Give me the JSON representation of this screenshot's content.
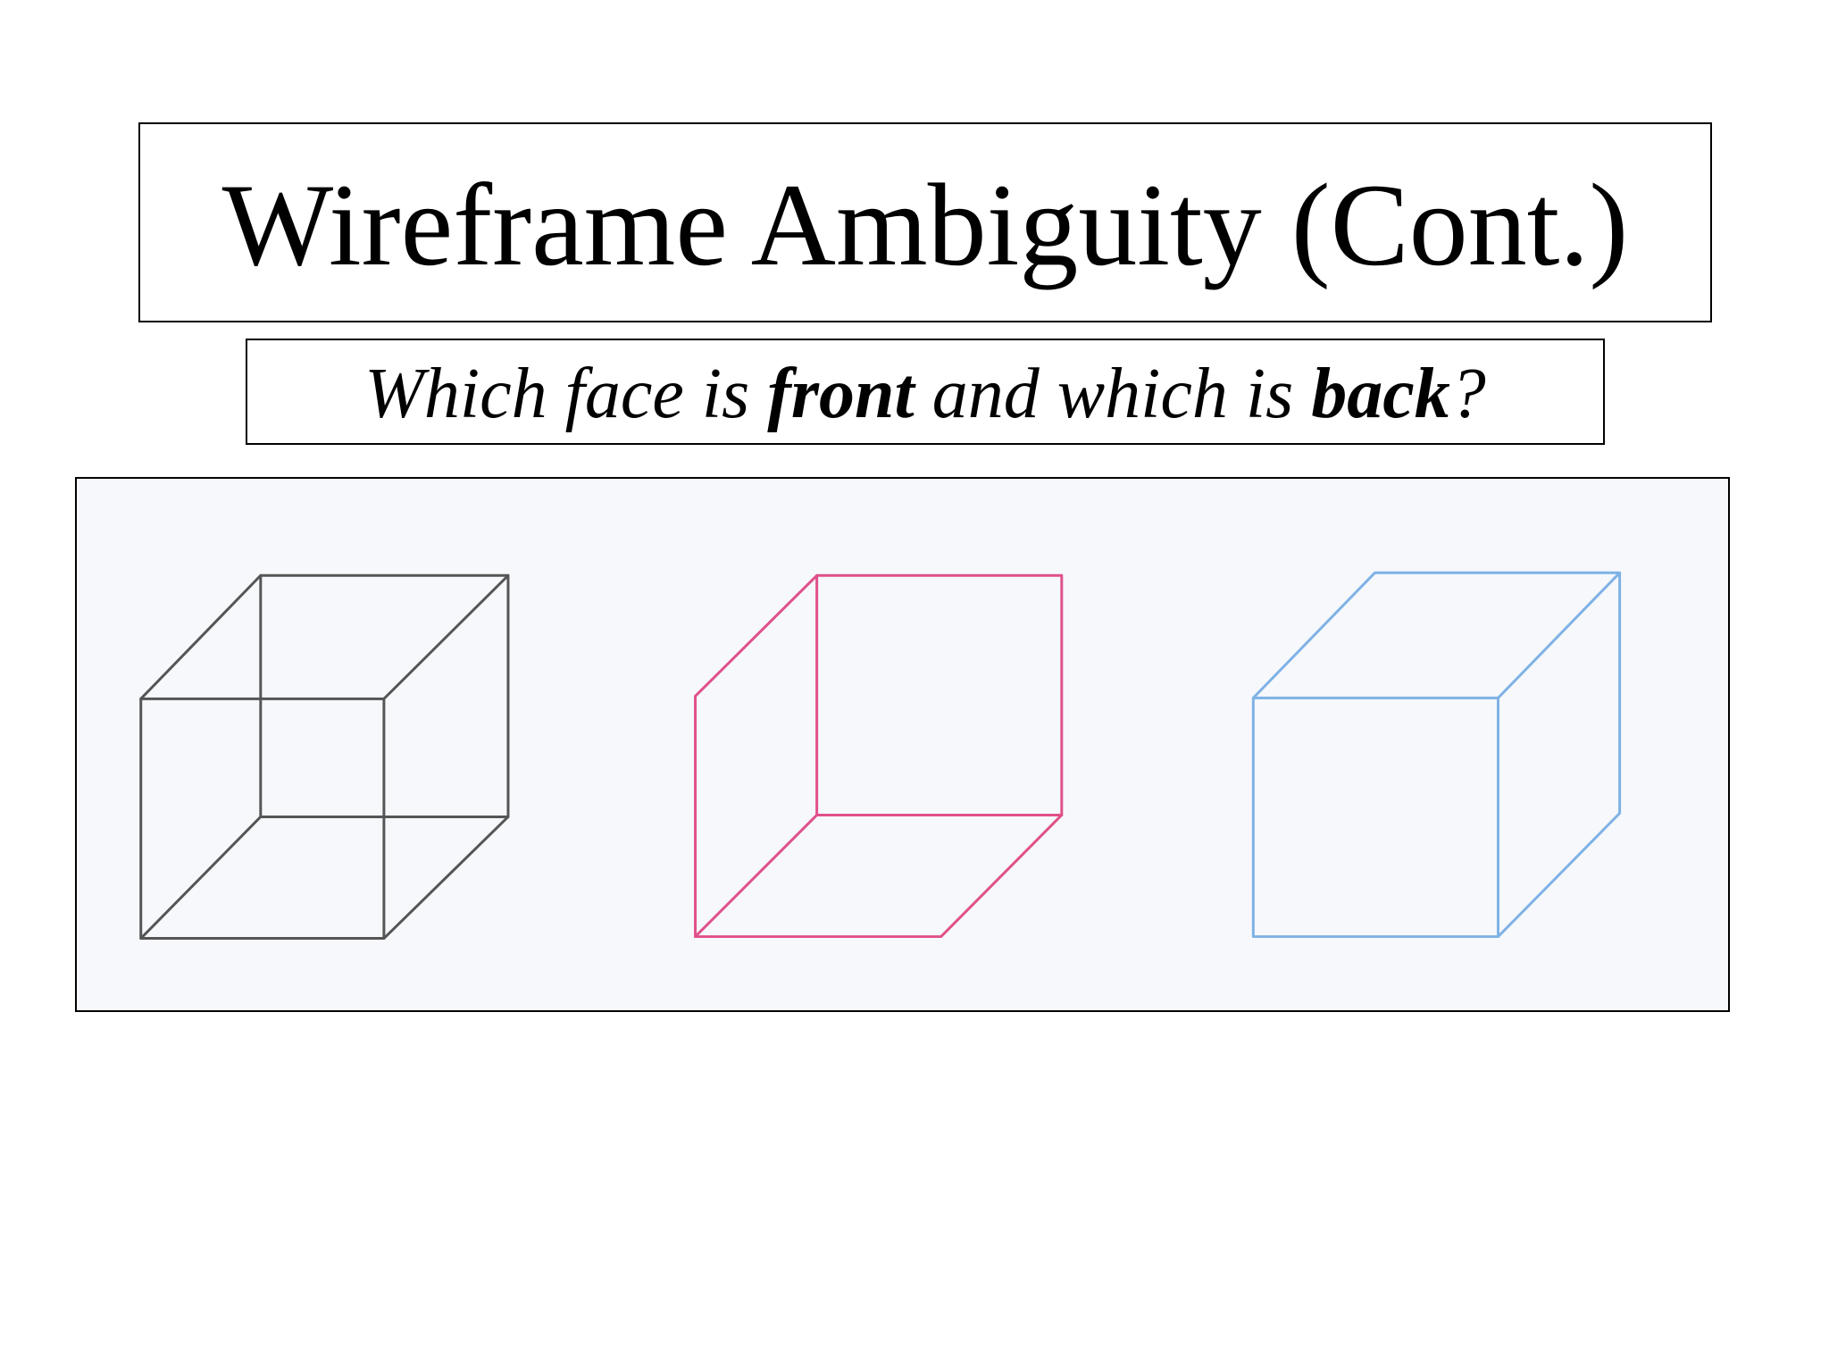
{
  "slide": {
    "title": "Wireframe Ambiguity (Cont.)",
    "subtitle": {
      "part1": "Which face is ",
      "bold1": "front",
      "part2": " and which is ",
      "bold2": "back",
      "part3": "?"
    }
  },
  "figure": {
    "cubes": [
      {
        "name": "necker-cube-wireframe",
        "color": "#555555"
      },
      {
        "name": "cube-viewed-from-below",
        "color": "#e0508a"
      },
      {
        "name": "cube-viewed-from-above",
        "color": "#7fb2e6"
      }
    ]
  }
}
